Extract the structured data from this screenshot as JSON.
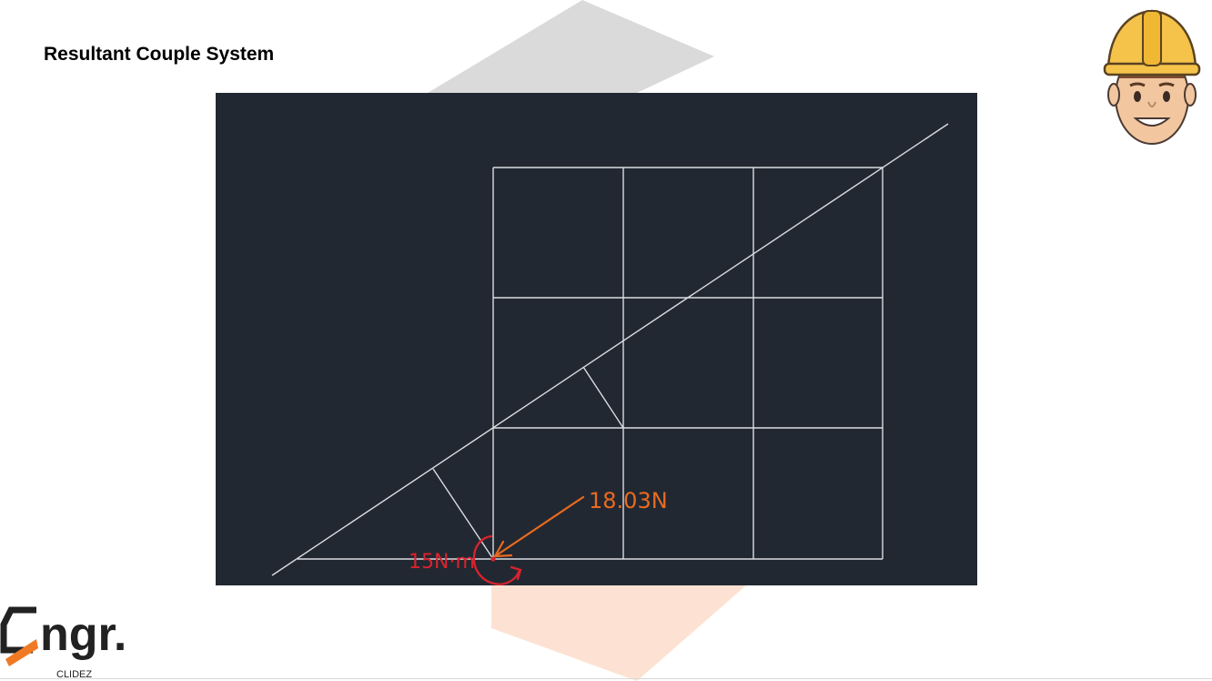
{
  "slide": {
    "title": "Resultant Couple System"
  },
  "diagram": {
    "moment_label": "15N·m",
    "force_label": "18.03N",
    "colors": {
      "background": "#222831",
      "lines": "#d9dde2",
      "moment": "#d9232e",
      "force": "#ea6a1f"
    }
  },
  "branding": {
    "logo_word": "ngr.",
    "logo_sub": "CLIDEZ",
    "logo_accent": "#f07a23",
    "mascot": "engineer-hardhat-mascot"
  }
}
